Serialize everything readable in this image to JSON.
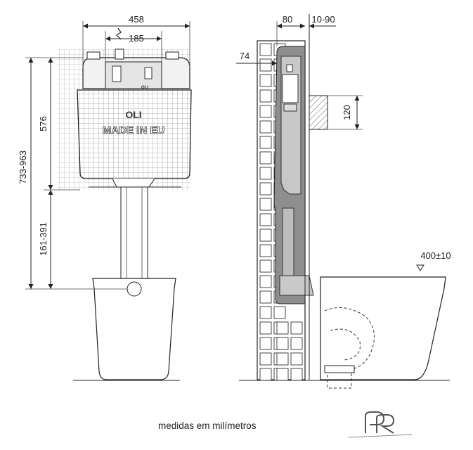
{
  "dimensions": {
    "frame_width": "458",
    "flush_plate_width": "185",
    "total_height": "733-963",
    "cistern_height": "576",
    "support_height": "161-391",
    "depth": "80",
    "wall_offset": "10-90",
    "inner_depth": "74",
    "drain_diameter": "120",
    "bowl_height": "400±10"
  },
  "cistern_text": {
    "brand": "OLI",
    "origin": "MADE IN EU",
    "small_logo": "OLI"
  },
  "footer": {
    "units_caption": "medidas em milímetros"
  },
  "logo": {
    "monogram": "PR",
    "color": "#555555"
  }
}
